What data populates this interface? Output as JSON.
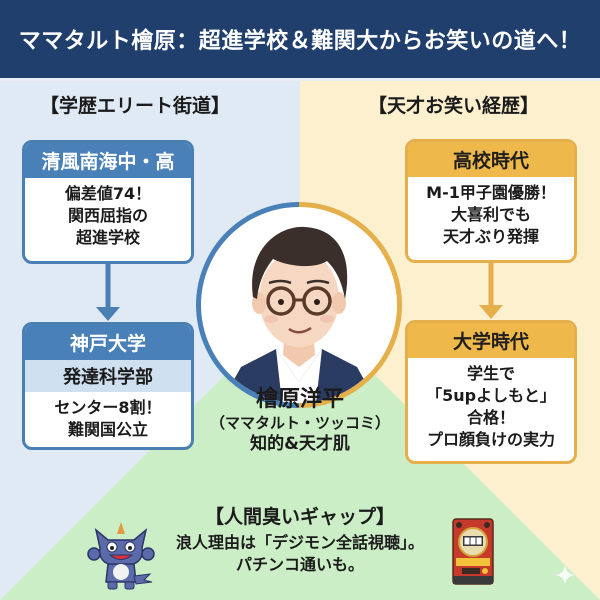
{
  "header": {
    "title": "ママタルト檜原：超進学校＆難関大からお笑いの道へ！"
  },
  "left_section": {
    "title": "【学歴エリート街道】",
    "color": "#4a80b8",
    "cards": [
      {
        "heading": "清風南海中・高",
        "body_lines": [
          "偏差値74！",
          "関西屈指の",
          "超進学校"
        ]
      },
      {
        "heading": "神戸大学",
        "subheading": "発達科学部",
        "body_lines": [
          "センター8割！",
          "難関国公立"
        ]
      }
    ]
  },
  "right_section": {
    "title": "【天才お笑い経歴】",
    "color": "#efb84a",
    "cards": [
      {
        "heading": "高校時代",
        "body_lines": [
          "M-1甲子園優勝！",
          "大喜利でも",
          "天才ぶり発揮"
        ]
      },
      {
        "heading": "大学時代",
        "body_lines": [
          "学生で",
          "「5upよしもと」",
          "合格！",
          "プロ顔負けの実力"
        ]
      }
    ]
  },
  "profile": {
    "name": "檜原洋平",
    "role": "（ママタルト・ツッコミ）",
    "trait": "知的&天才肌",
    "portrait_icon": "illustrated-man-with-glasses"
  },
  "bottom_section": {
    "title": "【人間臭いギャップ】",
    "line1": "浪人理由は「デジモン全話視聴」。",
    "line2": "パチンコ通いも。",
    "left_icon": "blue-monster-icon",
    "right_icon": "pachinko-machine-icon",
    "color": "#cbeec6"
  },
  "colors": {
    "header_bg": "#213f6d",
    "left_bg": "#dfeaf5",
    "right_bg": "#fcf0cf",
    "bottom_bg": "#cbeec6",
    "blue_accent": "#4a80b8",
    "gold_accent": "#efb84a"
  }
}
